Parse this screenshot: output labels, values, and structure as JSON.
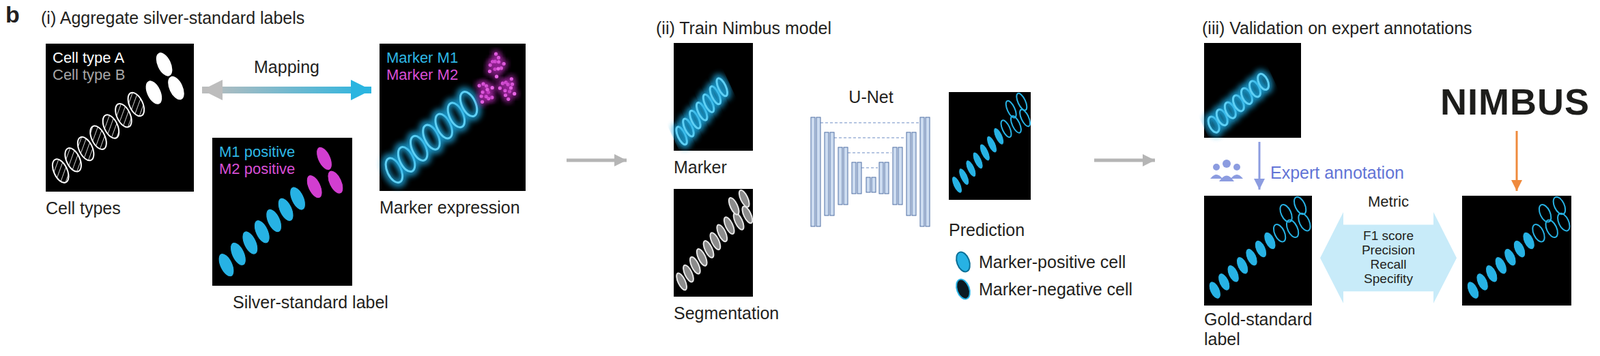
{
  "diagram": {
    "nodes": [
      {
        "text": [
          "Cell type A",
          "Cell type B",
          "Cell types"
        ]
      },
      {
        "text": [
          "Marker M1",
          "Marker M2",
          "Marker expression"
        ]
      },
      {
        "text": [
          "M1 positive",
          "M2 positive",
          "Silver-standard label"
        ]
      },
      {
        "text": [
          "Marker"
        ]
      },
      {
        "text": [
          "Segmentation"
        ]
      },
      {
        "text": [
          "U-Net"
        ]
      },
      {
        "text": [
          "Prediction"
        ]
      },
      {
        "text": [
          "Gold-standard label"
        ]
      },
      {
        "text": [
          "Metric",
          "F1 score Precision Recall Specifity"
        ]
      },
      {
        "text": [
          "NIMBUS"
        ]
      }
    ],
    "edges": [
      {
        "from": 0,
        "to": 1,
        "arrow": "both",
        "label": "Mapping"
      }
    ],
    "labels": [
      "b",
      "(i) Aggregate silver-standard labels",
      "(ii) Train Nimbus model",
      "(iii) Validation on expert annotations",
      "Expert annotation"
    ],
    "legend": [
      {
        "text": "Marker-positive cell"
      },
      {
        "text": "Marker-negative cell"
      }
    ]
  }
}
